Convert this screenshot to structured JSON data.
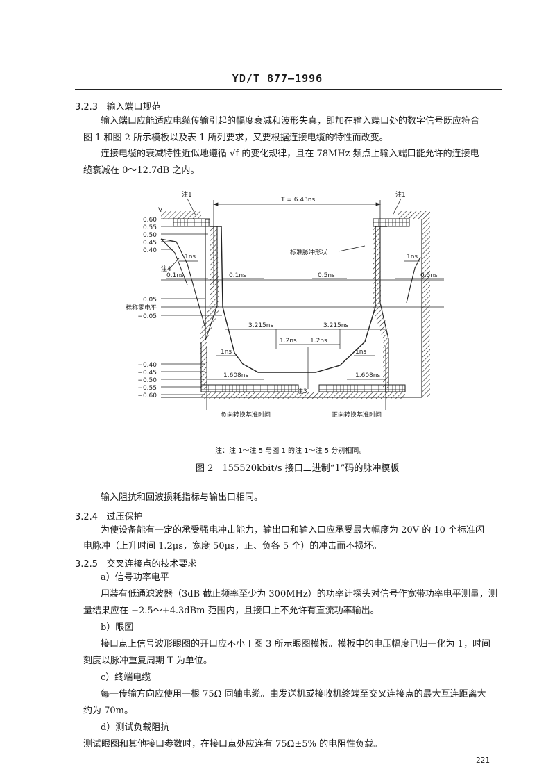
{
  "header": "YD/T 877—1996",
  "sec_323": {
    "num": "3.2.3",
    "title": "输入端口规范"
  },
  "p1": [
    "输入端口应能适应电缆传输引起的幅度衰减和波形失真，即加在输入端口处的数字信号既应符合",
    "图 1 和图 2 所示模板以及表 1 所列要求，又要根据连接电缆的特性而改变。"
  ],
  "p2": [
    "连接电缆的衰减特性近似地遵循 √f 的变化规律，且在 78MHz 频点上输入端口能允许的连接电",
    "缆衰减在 0～12.7dB 之内。"
  ],
  "figure": {
    "y_unit": "V",
    "y_labels": [
      "0.60",
      "0.55",
      "0.50",
      "0.45",
      "0.40",
      "0.05",
      "标称零电平",
      "−0.05",
      "−0.40",
      "−0.45",
      "−0.50",
      "−0.55",
      "−0.60"
    ],
    "T_label": "T = 6.43ns",
    "note1_left": "注1",
    "note1_right": "注1",
    "note4": "注4",
    "note3": "注3",
    "std_pulse": "标准脉冲形状",
    "t_1ns_a": "1ns",
    "t_1ns_b": "1ns",
    "t_1ns_c": "1ns",
    "t_1ns_d": "1ns",
    "t_01ns_a": "0.1ns",
    "t_01ns_b": "0.1ns",
    "t_05ns_a": "0.5ns",
    "t_05ns_b": "0.5ns",
    "t_3215_a": "3.215ns",
    "t_3215_b": "3.215ns",
    "t_12_a": "1.2ns",
    "t_12_b": "1.2ns",
    "t_1608_a": "1.608ns",
    "t_1608_b": "1.608ns",
    "neg_ref": "负向转换基准时间",
    "pos_ref": "正向转换基准时间"
  },
  "fig_note": "注：注 1～注 5 与图 1 的注 1～注 5 分别相同。",
  "fig_caption": "图 2　155520kbit/s 接口二进制“1”码的脉冲模板",
  "p3": "输入阻抗和回波损耗指标与输出口相同。",
  "sec_324": {
    "num": "3.2.4",
    "title": "过压保护"
  },
  "p4": [
    "为使设备能有一定的承受强电冲击能力，输出口和输入口应承受最大幅度为 20V 的 10 个标准闪",
    "电脉冲（上升时间 1.2μs，宽度 50μs，正、负各 5 个）的冲击而不损坏。"
  ],
  "sec_325": {
    "num": "3.2.5",
    "title": "交叉连接点的技术要求"
  },
  "a_title": "a）信号功率电平",
  "pa": [
    "用装有低通滤波器（3dB 截止频率至少为 300MHz）的功率计探头对信号作宽带功率电平测量，测",
    "量结果应在 −2.5～+4.3dBm 范围内，且接口上不允许有直流功率输出。"
  ],
  "b_title": "b）眼图",
  "pb": [
    "接口点上信号波形眼图的开口应不小于图 3 所示眼图模板。模板中的电压幅度已归一化为 1，时间",
    "刻度以脉冲重复周期 T 为单位。"
  ],
  "c_title": "c）终端电缆",
  "pc": [
    "每一传输方向应使用一根 75Ω 同轴电缆。由发送机或接收机终端至交叉连接点的最大互连距离大",
    "约为 70m。"
  ],
  "d_title": "d）测试负载阻抗",
  "pd": "测试眼图和其他接口参数时，在接口点处应连有 75Ω±5% 的电阻性负载。",
  "page_number": "221"
}
